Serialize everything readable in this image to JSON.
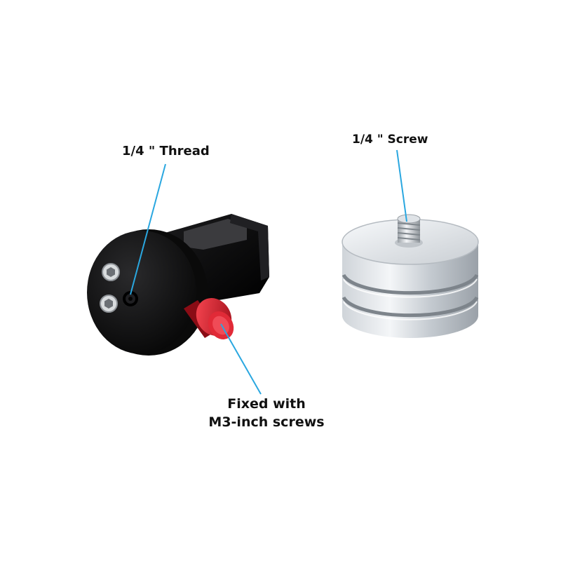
{
  "annotations": {
    "thread_label": "1/4 \"  Thread",
    "screw_label": "1/4 \"  Screw",
    "fixed_label_line1": "Fixed with",
    "fixed_label_line2": "M3-inch screws"
  },
  "colors": {
    "background": "#ffffff",
    "callout_line": "#2aa7e0",
    "black_part": "#111111",
    "red_knob": "#d0202e",
    "silver_part": "#d8dde2"
  }
}
